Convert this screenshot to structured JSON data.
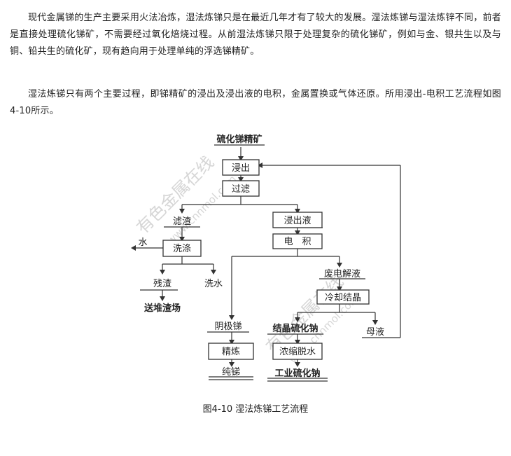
{
  "paragraphs": [
    "现代金属锑的生产主要采用火法冶炼，湿法炼锑只是在最近几年才有了较大的发展。湿法炼锑与湿法炼锌不同，前者是直接处理硫化锑矿，不需要经过氧化焙烧过程。从前湿法炼锑只限于处理复杂的硫化锑矿，例如与金、银共生以及与铜、铅共生的硫化矿，现有趋向用于处理单纯的浮选锑精矿。",
    "湿法炼锑只有两个主要过程，即锑精矿的浸出及浸出液的电积，金属置换或气体还原。所用浸出-电积工艺流程如图4-10所示。"
  ],
  "flowchart": {
    "raw_material": "硫化锑精矿",
    "leach": "浸出",
    "filter": "过滤",
    "residue": "滤渣",
    "water": "水",
    "wash": "洗涤",
    "final_residue": "残渣",
    "wash_water": "洗水",
    "to_dump": "送堆渣场",
    "leach_solution": "浸出液",
    "electrowin": "电　积",
    "spent_electrolyte": "废电解液",
    "cool_crystallize": "冷却结晶",
    "cathode_antimony": "阴极锑",
    "crystal_sodium_sulfide": "结晶硫化钠",
    "mother_liquor": "母液",
    "refine": "精炼",
    "concentrate_dehydrate": "浓缩脱水",
    "pure_antimony": "纯锑",
    "industrial_sodium_sulfide": "工业硫化钠"
  },
  "watermark": {
    "cn": "有色金属在线",
    "url": "www.cnnmol.com"
  },
  "caption": "图4-10  湿法炼锑工艺流程"
}
